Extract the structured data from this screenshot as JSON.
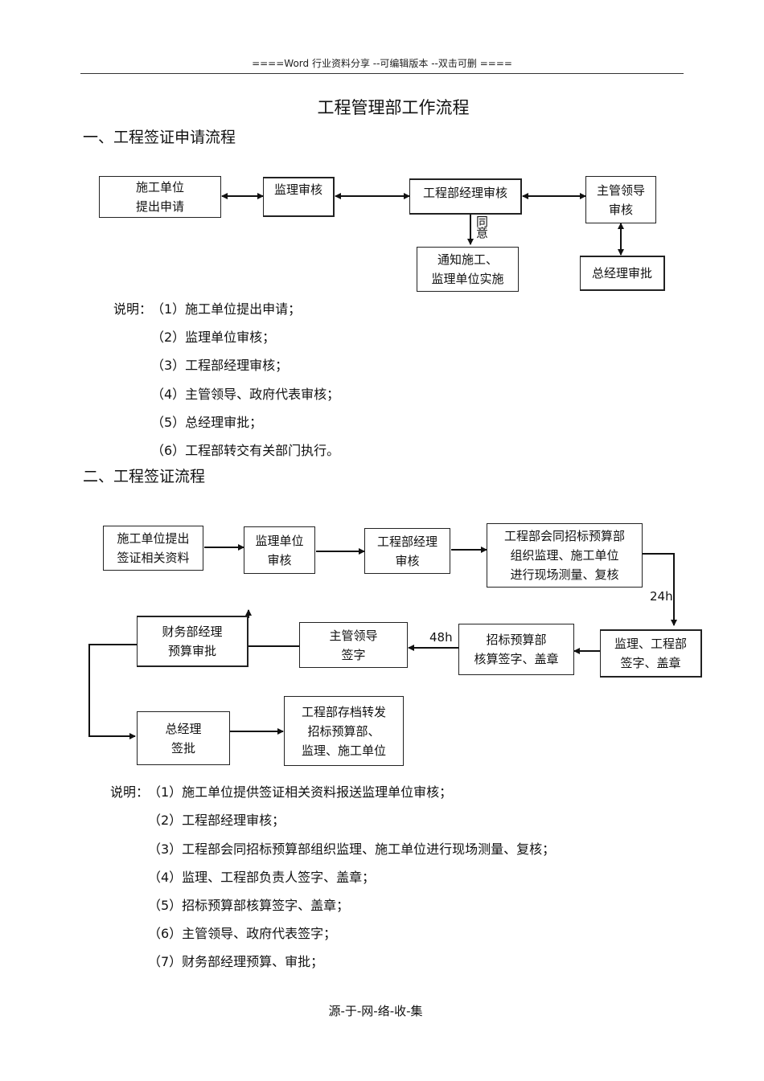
{
  "header": {
    "text": "====Word 行业资料分享 --可编辑版本 --双击可删 ===="
  },
  "title": "工程管理部工作流程",
  "section1": {
    "heading": "一、工程签证申请流程",
    "boxes": {
      "apply": [
        "施工单位",
        "提出申请"
      ],
      "supervise": "监理审核",
      "manager": "工程部经理审核",
      "leader": [
        "主管领导",
        "审核"
      ],
      "notify": [
        "通知施工、",
        "监理单位实施"
      ],
      "gm": "总经理审批"
    },
    "agree_label": [
      "同",
      "意"
    ],
    "notes": {
      "prefix": "说明：",
      "items": [
        "（1）施工单位提出申请；",
        "（2）监理单位审核；",
        "（3）工程部经理审核；",
        "（4）主管领导、政府代表审核；",
        "（5）总经理审批；",
        "（6）工程部转交有关部门执行。"
      ]
    }
  },
  "section2": {
    "heading": "二、工程签证流程",
    "boxes": {
      "submit": [
        "施工单位提出",
        "签证相关资料"
      ],
      "supervise": [
        "监理单位",
        "审核"
      ],
      "manager": [
        "工程部经理",
        "审核"
      ],
      "measure": [
        "工程部会同招标预算部",
        "组织监理、施工单位",
        "进行现场测量、复核"
      ],
      "sign": [
        "监理、工程部",
        "签字、盖章"
      ],
      "budget": [
        "招标预算部",
        "核算签字、盖章"
      ],
      "leader": [
        "主管领导",
        "签字"
      ],
      "finance": [
        "财务部经理",
        "预算审批"
      ],
      "gm": [
        "总经理",
        "签批"
      ],
      "archive": [
        "工程部存档转发",
        "招标预算部、",
        "监理、施工单位"
      ]
    },
    "label_24h": "24h",
    "label_48h": "48h",
    "notes": {
      "prefix": "说明：",
      "items": [
        "（1）施工单位提供签证相关资料报送监理单位审核；",
        "（2）工程部经理审核；",
        "（3）工程部会同招标预算部组织监理、施工单位进行现场测量、复核；",
        "（4）监理、工程部负责人签字、盖章；",
        "（5）招标预算部核算签字、盖章；",
        "（6）主管领导、政府代表签字；",
        "（7）财务部经理预算、审批；"
      ]
    }
  },
  "footer": "源-于-网-络-收-集"
}
